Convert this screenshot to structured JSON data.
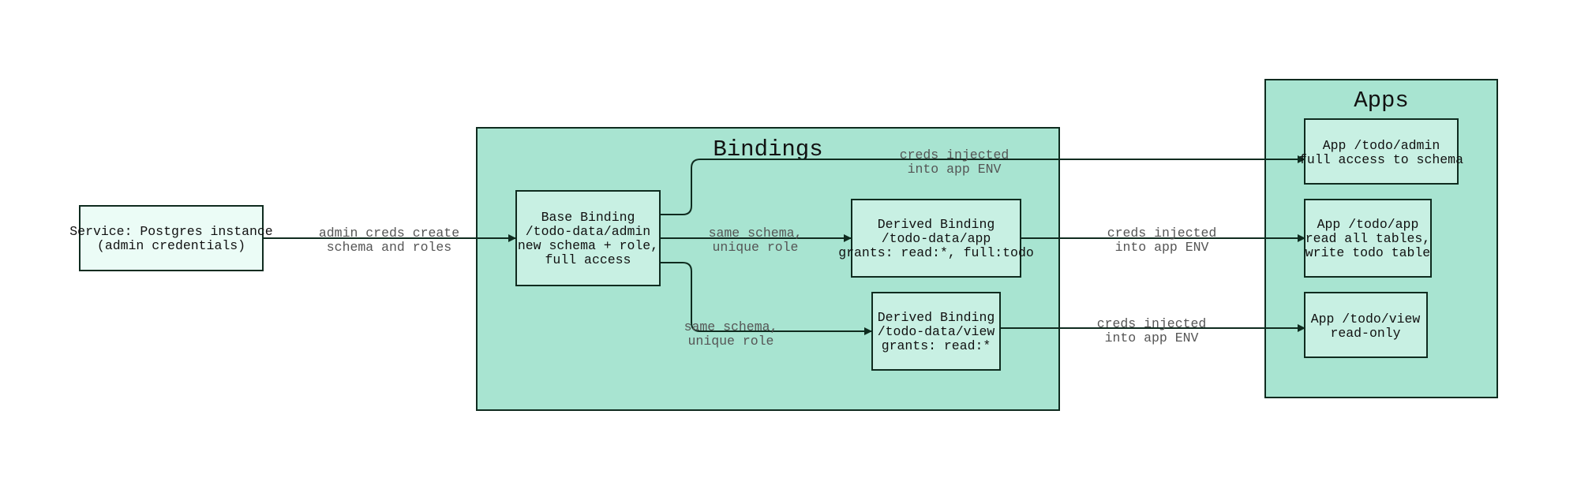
{
  "colors": {
    "group_fill": "#a8e4d1",
    "node_fill": "#c8f0e3",
    "service_fill": "#ebfcf6",
    "stroke": "#0f2b1f",
    "edge_label": "#555555"
  },
  "groups": {
    "bindings": {
      "title": "Bindings"
    },
    "apps": {
      "title": "Apps"
    }
  },
  "nodes": {
    "service": {
      "lines": [
        "Service: Postgres instance",
        "(admin credentials)"
      ]
    },
    "base_binding": {
      "lines": [
        "Base Binding",
        "/todo-data/admin",
        "new schema + role,",
        "full access"
      ]
    },
    "derived_app": {
      "lines": [
        "Derived Binding",
        "/todo-data/app",
        "grants: read:*, full:todo"
      ]
    },
    "derived_view": {
      "lines": [
        "Derived Binding",
        "/todo-data/view",
        "grants: read:*"
      ]
    },
    "app_admin": {
      "lines": [
        "App /todo/admin",
        "full access to schema"
      ]
    },
    "app_app": {
      "lines": [
        "App /todo/app",
        "read all tables,",
        "write todo table"
      ]
    },
    "app_view": {
      "lines": [
        "App /todo/view",
        "read-only"
      ]
    }
  },
  "edges": {
    "service_to_base": {
      "lines": [
        "admin creds create",
        "schema and roles"
      ]
    },
    "base_to_app": {
      "lines": [
        "same schema,",
        "unique role"
      ]
    },
    "base_to_view": {
      "lines": [
        "same schema,",
        "unique role"
      ]
    },
    "base_to_admin_app": {
      "lines": [
        "creds injected",
        "into app ENV"
      ]
    },
    "app_binding_to_app": {
      "lines": [
        "creds injected",
        "into app ENV"
      ]
    },
    "view_binding_to_app": {
      "lines": [
        "creds injected",
        "into app ENV"
      ]
    }
  }
}
